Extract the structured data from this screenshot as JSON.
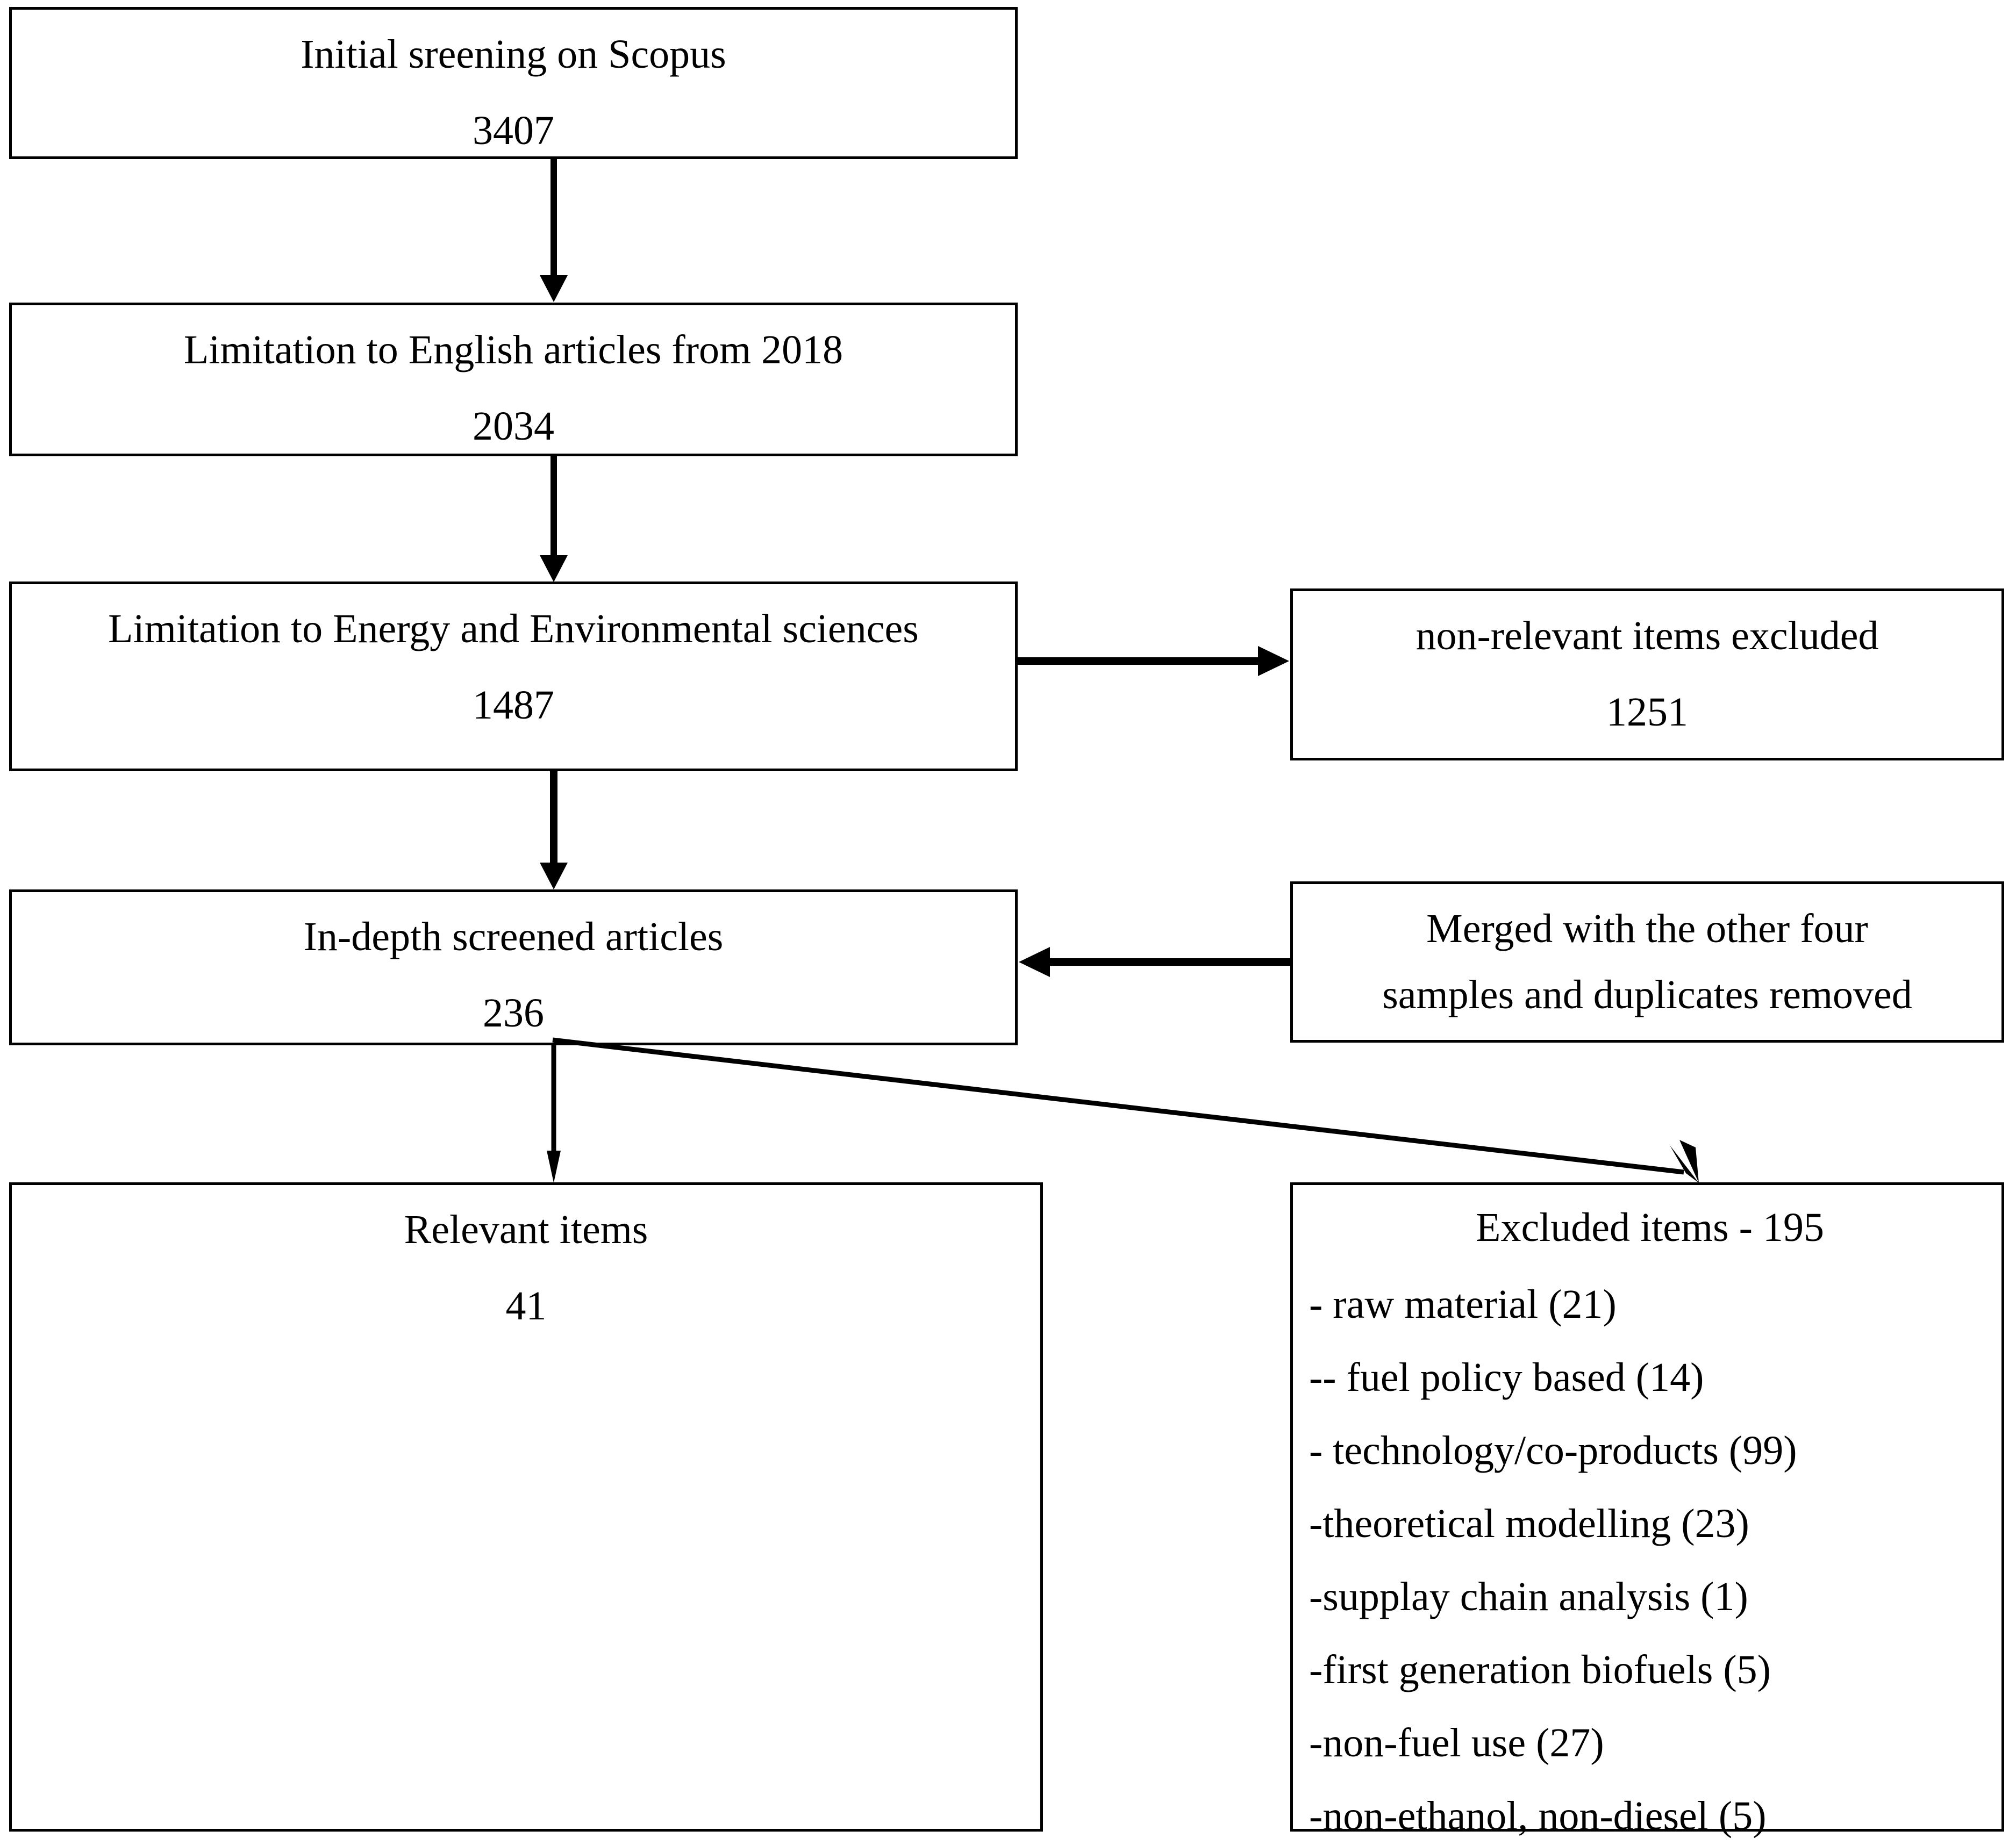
{
  "diagram": {
    "title": "Literature screening flowchart",
    "line_color": "#000000",
    "box_border_color": "#000000",
    "background_color": "#ffffff",
    "nodes": [
      {
        "id": "initial-screening",
        "label": "Initial sreening on Scopus",
        "count": "3407"
      },
      {
        "id": "english-2018",
        "label": "Limitation to English articles from 2018",
        "count": "2034"
      },
      {
        "id": "energy-environmental",
        "label": "Limitation to Energy and Environmental sciences",
        "count": "1487"
      },
      {
        "id": "non-relevant-excluded",
        "label": "non-relevant items excluded",
        "count": "1251"
      },
      {
        "id": "in-depth-screened",
        "label": "In-depth screened articles",
        "count": "236"
      },
      {
        "id": "merged-duplicates",
        "label_line1": "Merged with the other four",
        "label_line2": "samples and duplicates removed"
      },
      {
        "id": "relevant-items",
        "label": "Relevant items",
        "count": "41"
      },
      {
        "id": "excluded-items",
        "heading": "Excluded items - 195",
        "bullets": [
          "- raw material (21)",
          "-- fuel policy based (14)",
          "- technology/co-products (99)",
          "-theoretical modelling (23)",
          "-supplay chain analysis (1)",
          "-first generation biofuels (5)",
          "-non-fuel use (27)",
          "-non-ethanol, non-diesel (5)"
        ]
      }
    ],
    "connectors": [
      {
        "id": "initial-to-english",
        "from": "initial-screening",
        "to": "english-2018",
        "direction": "down"
      },
      {
        "id": "english-to-energy",
        "from": "english-2018",
        "to": "energy-environmental",
        "direction": "down"
      },
      {
        "id": "energy-to-nonrelevant",
        "from": "energy-environmental",
        "to": "non-relevant-excluded",
        "direction": "right"
      },
      {
        "id": "energy-to-indepth",
        "from": "energy-environmental",
        "to": "in-depth-screened",
        "direction": "down"
      },
      {
        "id": "merged-to-indepth",
        "from": "merged-duplicates",
        "to": "in-depth-screened",
        "direction": "left"
      },
      {
        "id": "indepth-to-relevant",
        "from": "in-depth-screened",
        "to": "relevant-items",
        "direction": "down"
      },
      {
        "id": "indepth-to-excluded",
        "from": "in-depth-screened",
        "to": "excluded-items",
        "direction": "diagonal-down-right"
      }
    ]
  }
}
